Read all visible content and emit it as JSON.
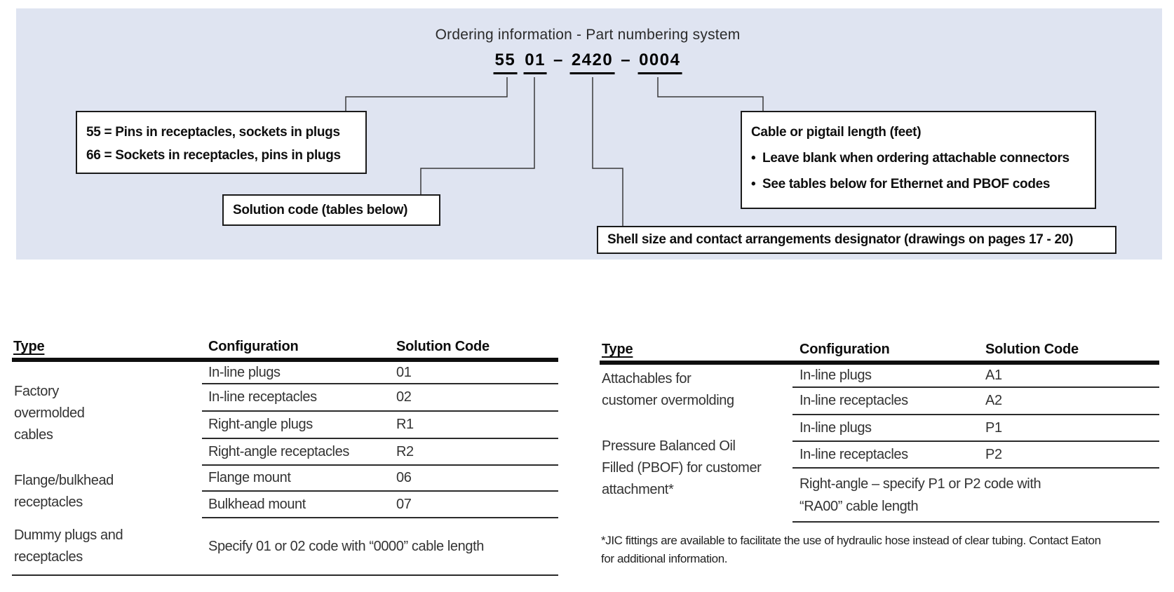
{
  "colors": {
    "panel_bg": "#dfe4f1",
    "rule": "#2b2b2b",
    "box_border": "#1a1a1a"
  },
  "diagram": {
    "title": "Ordering information - Part numbering system",
    "part_number": {
      "groups": [
        "55",
        "01",
        "2420",
        "0004"
      ],
      "dash": "–"
    },
    "callouts": {
      "pins_sockets": {
        "lines": [
          "55 = Pins in receptacles, sockets in plugs",
          "66 = Sockets in receptacles, pins in plugs"
        ]
      },
      "solution_code": {
        "label": "Solution code (tables below)"
      },
      "cable_length": {
        "title": "Cable or pigtail length (feet)",
        "bullet": "•",
        "bullets": [
          "Leave blank when ordering attachable connectors",
          "See tables below for Ethernet and PBOF codes"
        ]
      },
      "shell_size": {
        "label": "Shell size and contact arrangements designator (drawings on pages 17 - 20)"
      }
    }
  },
  "left_table": {
    "headers": [
      "Type",
      "Configuration",
      "Solution Code"
    ],
    "groups": [
      {
        "type_lines": [
          "Factory",
          "overmolded",
          "cables"
        ],
        "rows": [
          [
            "In-line plugs",
            "01"
          ],
          [
            "In-line receptacles",
            "02"
          ],
          [
            "Right-angle plugs",
            "R1"
          ],
          [
            "Right-angle receptacles",
            "R2"
          ]
        ]
      },
      {
        "type_lines": [
          "Flange/bulkhead",
          "receptacles"
        ],
        "rows": [
          [
            "Flange mount",
            "06"
          ],
          [
            "Bulkhead mount",
            "07"
          ]
        ]
      },
      {
        "type_lines": [
          "Dummy plugs and",
          "receptacles"
        ],
        "span_text": "Specify 01 or 02 code with “0000” cable length"
      }
    ]
  },
  "right_table": {
    "headers": [
      "Type",
      "Configuration",
      "Solution Code"
    ],
    "groups": [
      {
        "type_lines": [
          "Attachables for",
          "customer overmolding"
        ],
        "rows": [
          [
            "In-line plugs",
            "A1"
          ],
          [
            "In-line receptacles",
            "A2"
          ]
        ]
      },
      {
        "type_lines": [
          "Pressure Balanced Oil",
          "Filled (PBOF) for customer",
          "attachment*"
        ],
        "rows": [
          [
            "In-line plugs",
            "P1"
          ],
          [
            "In-line receptacles",
            "P2"
          ]
        ],
        "span_lines": [
          "Right-angle – specify P1 or P2 code with",
          "“RA00” cable length"
        ]
      }
    ],
    "footnote_lines": [
      "*JIC fittings are available to facilitate the use of hydraulic hose instead of clear tubing. Contact Eaton",
      "for additional information."
    ]
  }
}
